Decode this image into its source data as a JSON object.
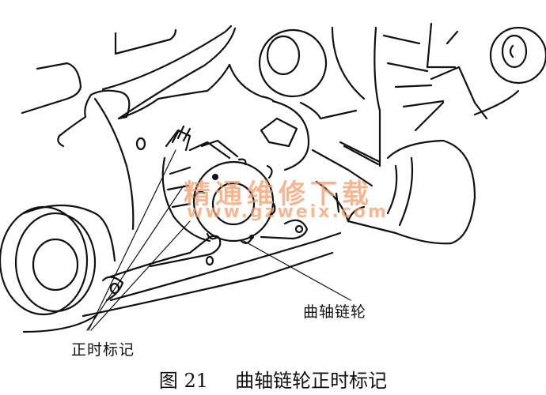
{
  "figure": {
    "number": "图 21",
    "title": "曲轴链轮正时标记",
    "callouts": {
      "sprocket": "曲轴链轮",
      "timing_marks": "正时标记"
    },
    "watermark": {
      "text": "精通维修下载",
      "url": "www.gzweix.com",
      "color": "#f0a070"
    },
    "line_color": "#111111",
    "background": "#ffffff"
  }
}
